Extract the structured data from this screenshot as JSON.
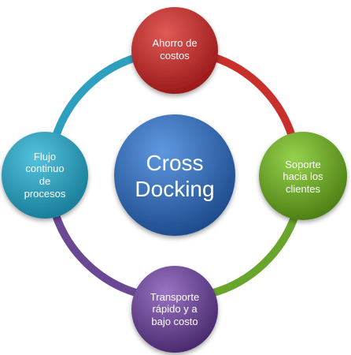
{
  "diagram": {
    "center": {
      "lines": [
        "Cross",
        "Docking"
      ],
      "color_dark": "#1f4d8f",
      "color_light": "#4a86d4"
    },
    "nodes": [
      {
        "id": "top",
        "lines": [
          "Ahorro de",
          "costos"
        ],
        "color_dark": "#9c1b1b",
        "color_light": "#d54a47"
      },
      {
        "id": "right",
        "lines": [
          "Soporte",
          "hacia los",
          "clientes"
        ],
        "color_dark": "#4f8216",
        "color_light": "#8ac840"
      },
      {
        "id": "bottom",
        "lines": [
          "Transporte",
          "rápido y a",
          "bajo costo"
        ],
        "color_dark": "#4b2c70",
        "color_light": "#8a62b5"
      },
      {
        "id": "left",
        "lines": [
          "Flujo",
          "continuo",
          "de",
          "procesos"
        ],
        "color_dark": "#1a7f9a",
        "color_light": "#45b6d2"
      }
    ],
    "ring_arcs": [
      {
        "from": "top",
        "to": "right",
        "color": "#c9302c"
      },
      {
        "from": "right",
        "to": "bottom",
        "color": "#6aa52b"
      },
      {
        "from": "bottom",
        "to": "left",
        "color": "#6a4893"
      },
      {
        "from": "left",
        "to": "top",
        "color": "#2f9fc0"
      }
    ]
  }
}
